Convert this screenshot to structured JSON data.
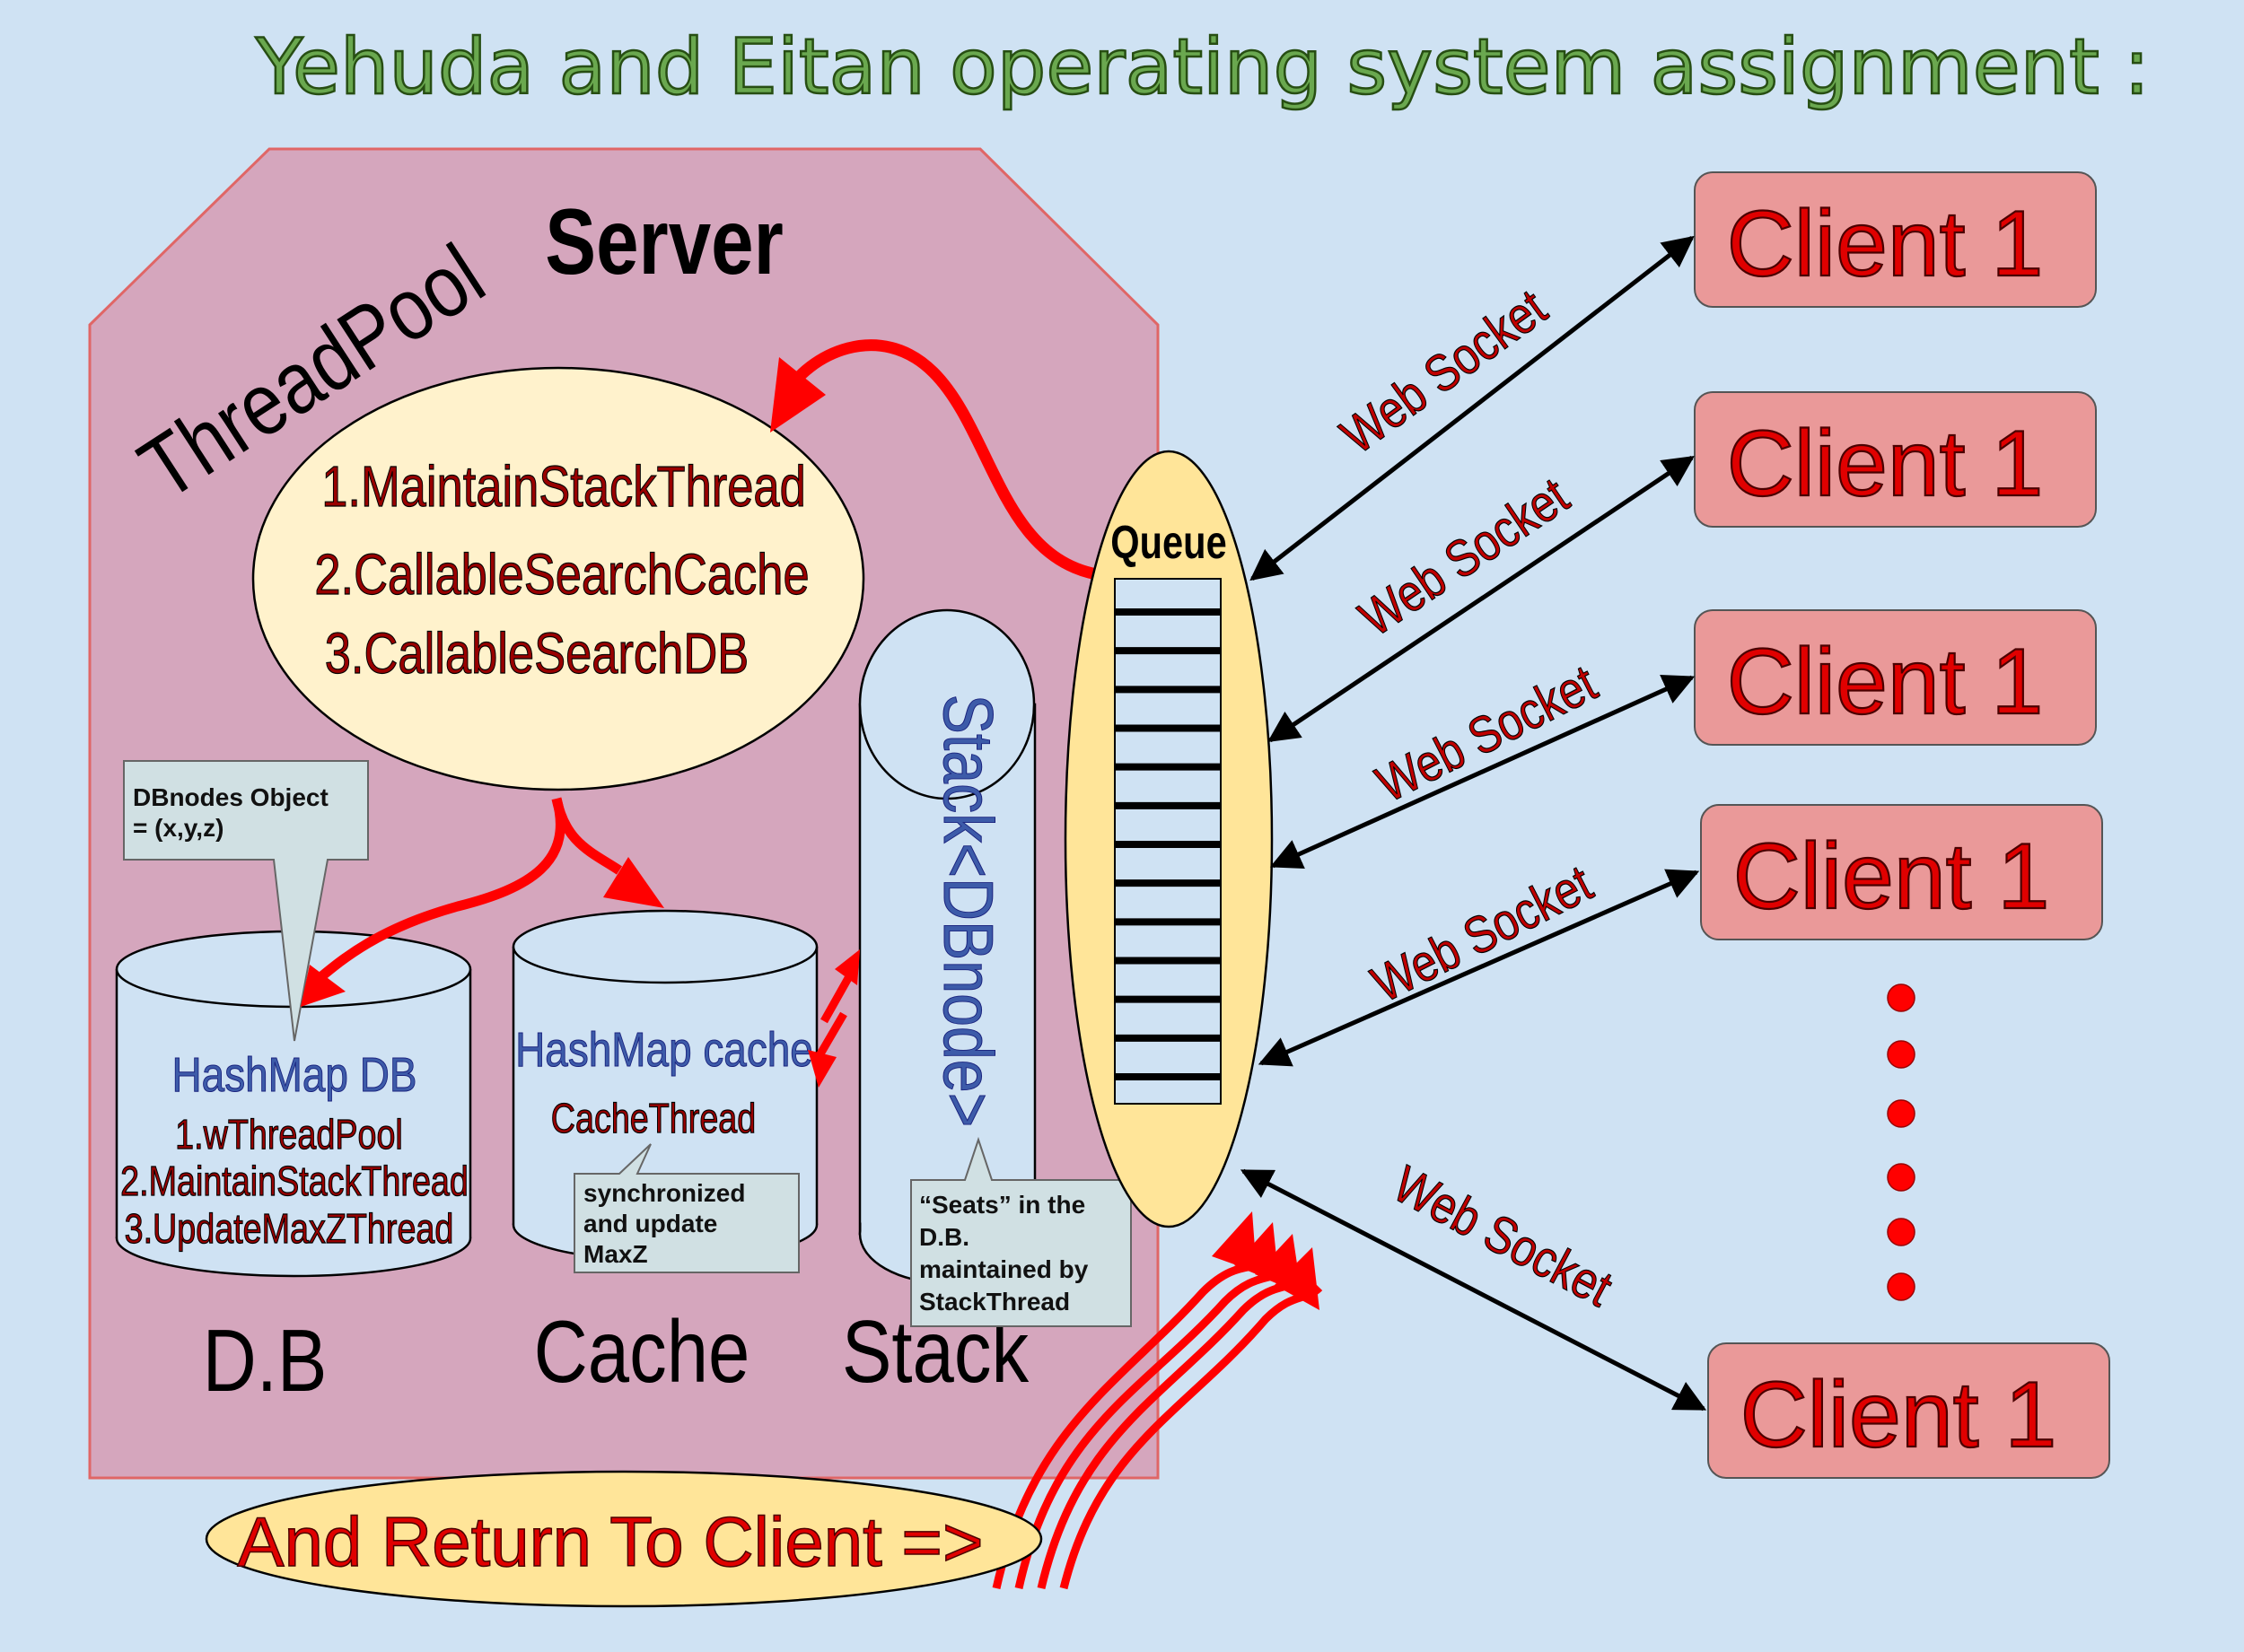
{
  "title": "Yehuda and Eitan operating system assignment :",
  "server": {
    "label": "Server",
    "threadpool_label": "ThreadPool",
    "threads": [
      "1.MaintainStackThread",
      "2.CallableSearchCache",
      "3.CallableSearchDB"
    ]
  },
  "db": {
    "name": "HashMap DB",
    "items": [
      "1.wThreadPool",
      "2.MaintainStackThread",
      "3.UpdateMaxZThread"
    ],
    "caption": "D.B",
    "callout": [
      "DBnodes Object",
      "= (x,y,z)"
    ]
  },
  "cache": {
    "name": "HashMap cache",
    "thread": "CacheThread",
    "caption": "Cache",
    "callout": [
      "synchronized",
      "and update",
      "MaxZ"
    ]
  },
  "stack": {
    "name": "Stack<DBnode>",
    "caption": "Stack",
    "callout": [
      "“Seats” in the",
      "D.B.",
      "maintained by",
      "StackThread"
    ]
  },
  "queue": {
    "label": "Queue",
    "slots": 13
  },
  "clients": [
    "Client 1",
    "Client 1",
    "Client 1",
    "Client 1",
    "Client 1"
  ],
  "connection_label": "Web Socket",
  "return_label": "And Return To Client =>",
  "colors": {
    "background": "#cfe2f3",
    "server_fill": "#d5a6bd",
    "client_fill": "#ea9999",
    "queue_fill": "#ffe599",
    "threadpool_fill": "#fff2cc",
    "arrow_red": "#ff0000"
  }
}
